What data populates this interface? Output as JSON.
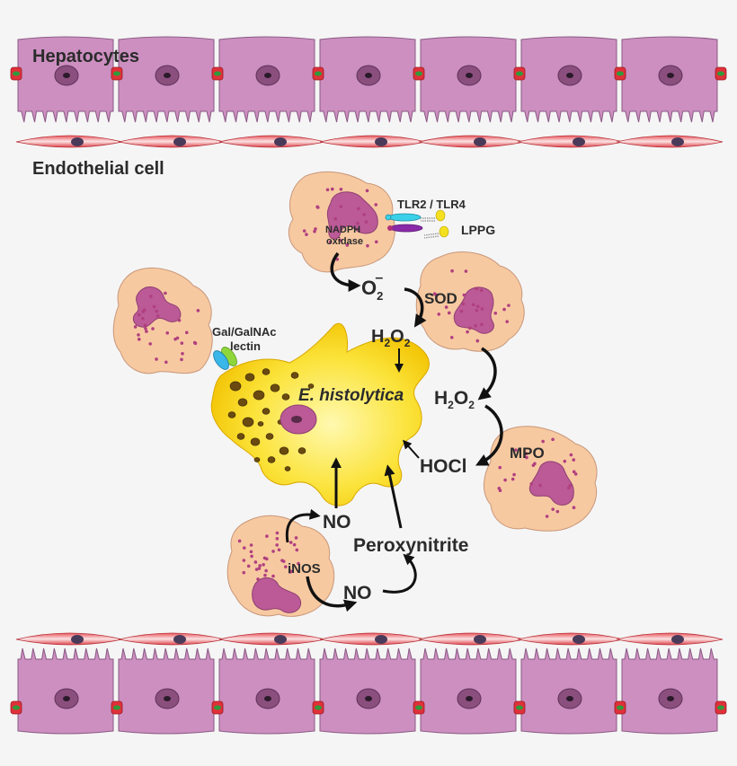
{
  "labels": {
    "hepatocytes": "Hepatocytes",
    "endothelial": "Endothelial cell",
    "tlr": "TLR2 / TLR4",
    "lppg": "LPPG",
    "nadph_1": "NADPH",
    "nadph_2": "oxidase",
    "o2": "O",
    "o2_sub": "2",
    "o2_sup": "–",
    "sod": "SOD",
    "h2o2_a_h": "H",
    "h2o2_a_2": "2",
    "h2o2_a_o": "O",
    "h2o2_a_2b": "2",
    "h2o2_b_h": "H",
    "h2o2_b_2": "2",
    "h2o2_b_o": "O",
    "h2o2_b_2b": "2",
    "gal_1": "Gal/GalNAc",
    "gal_2": "lectin",
    "ehist": "E. histolytica",
    "mpo": "MPO",
    "hocl": "HOCl",
    "no_upper": "NO",
    "peroxynitrite": "Peroxynitrite",
    "inos": "iNOS",
    "no_lower": "NO"
  },
  "colors": {
    "hepatocyte": "#cc8fc0",
    "hepatocyte_edge": "#8a5a84",
    "junction": "#e0303a",
    "junction_core": "#2f9a3a",
    "endothelial": "#e24a52",
    "neutrophil": "#f7c9a1",
    "neutrophil_nucleus": "#bb5a96",
    "amoeba": "#f7d100",
    "amoeba_light": "#fff9a8",
    "text": "#2b2b2b"
  },
  "icons": [
    "cell-membrane-icon",
    "receptor-icon",
    "lppg-molecule-icon",
    "lectin-icon",
    "arrow-icon"
  ]
}
